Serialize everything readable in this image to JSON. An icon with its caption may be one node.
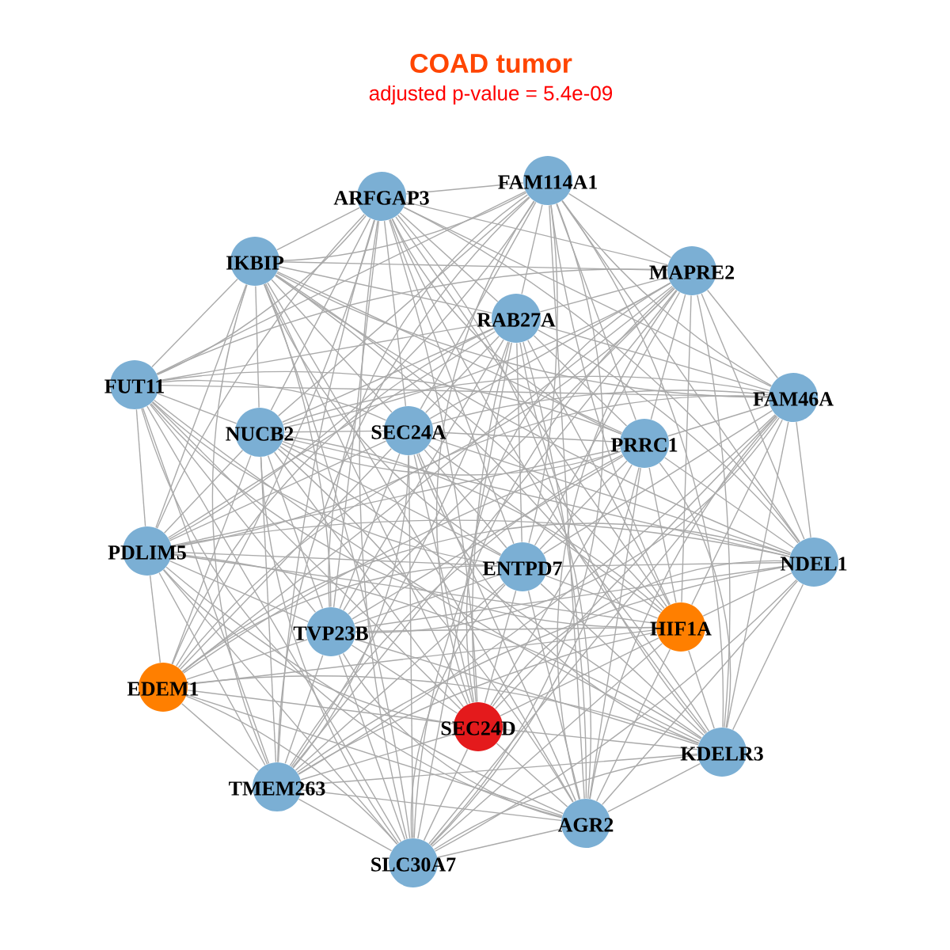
{
  "diagram": {
    "title": "COAD tumor",
    "labels": [
      "adjusted p-value = 5.4e-09"
    ],
    "nodes": [
      {
        "text": [
          "FAM114A1"
        ]
      },
      {
        "text": [
          "ARFGAP3"
        ]
      },
      {
        "text": [
          "IKBIP"
        ]
      },
      {
        "text": [
          "MAPRE2"
        ]
      },
      {
        "text": [
          "RAB27A"
        ]
      },
      {
        "text": [
          "FUT11"
        ]
      },
      {
        "text": [
          "FAM46A"
        ]
      },
      {
        "text": [
          "NUCB2"
        ]
      },
      {
        "text": [
          "SEC24A"
        ]
      },
      {
        "text": [
          "PRRC1"
        ]
      },
      {
        "text": [
          "PDLIM5"
        ]
      },
      {
        "text": [
          "NDEL1"
        ]
      },
      {
        "text": [
          "ENTPD7"
        ]
      },
      {
        "text": [
          "HIF1A"
        ]
      },
      {
        "text": [
          "TVP23B"
        ]
      },
      {
        "text": [
          "EDEM1"
        ]
      },
      {
        "text": [
          "SEC24D"
        ]
      },
      {
        "text": [
          "KDELR3"
        ]
      },
      {
        "text": [
          "TMEM263"
        ]
      },
      {
        "text": [
          "AGR2"
        ]
      },
      {
        "text": [
          "SLC30A7"
        ]
      }
    ],
    "edges": [
      {
        "from": 0,
        "to": 1,
        "arrow": "none"
      },
      {
        "from": 0,
        "to": 2,
        "arrow": "none"
      },
      {
        "from": 0,
        "to": 3,
        "arrow": "none"
      },
      {
        "from": 0,
        "to": 4,
        "arrow": "none"
      },
      {
        "from": 0,
        "to": 5,
        "arrow": "none"
      },
      {
        "from": 0,
        "to": 6,
        "arrow": "none"
      },
      {
        "from": 0,
        "to": 7,
        "arrow": "none"
      },
      {
        "from": 0,
        "to": 8,
        "arrow": "none"
      },
      {
        "from": 0,
        "to": 9,
        "arrow": "none"
      },
      {
        "from": 0,
        "to": 10,
        "arrow": "none"
      },
      {
        "from": 0,
        "to": 11,
        "arrow": "none"
      },
      {
        "from": 0,
        "to": 12,
        "arrow": "none"
      },
      {
        "from": 0,
        "to": 13,
        "arrow": "none"
      },
      {
        "from": 0,
        "to": 14,
        "arrow": "none"
      },
      {
        "from": 0,
        "to": 16,
        "arrow": "none"
      },
      {
        "from": 0,
        "to": 17,
        "arrow": "none"
      },
      {
        "from": 0,
        "to": 18,
        "arrow": "none"
      },
      {
        "from": 0,
        "to": 19,
        "arrow": "none"
      },
      {
        "from": 0,
        "to": 20,
        "arrow": "none"
      },
      {
        "from": 1,
        "to": 2,
        "arrow": "none"
      },
      {
        "from": 1,
        "to": 3,
        "arrow": "none"
      },
      {
        "from": 1,
        "to": 4,
        "arrow": "none"
      },
      {
        "from": 1,
        "to": 5,
        "arrow": "none"
      },
      {
        "from": 1,
        "to": 6,
        "arrow": "none"
      },
      {
        "from": 1,
        "to": 7,
        "arrow": "none"
      },
      {
        "from": 1,
        "to": 8,
        "arrow": "none"
      },
      {
        "from": 1,
        "to": 9,
        "arrow": "none"
      },
      {
        "from": 1,
        "to": 10,
        "arrow": "none"
      },
      {
        "from": 1,
        "to": 11,
        "arrow": "none"
      },
      {
        "from": 1,
        "to": 12,
        "arrow": "none"
      },
      {
        "from": 1,
        "to": 13,
        "arrow": "none"
      },
      {
        "from": 1,
        "to": 14,
        "arrow": "none"
      },
      {
        "from": 1,
        "to": 15,
        "arrow": "none"
      },
      {
        "from": 1,
        "to": 16,
        "arrow": "none"
      },
      {
        "from": 1,
        "to": 17,
        "arrow": "none"
      },
      {
        "from": 1,
        "to": 18,
        "arrow": "none"
      },
      {
        "from": 1,
        "to": 19,
        "arrow": "none"
      },
      {
        "from": 1,
        "to": 20,
        "arrow": "none"
      },
      {
        "from": 2,
        "to": 3,
        "arrow": "none"
      },
      {
        "from": 2,
        "to": 4,
        "arrow": "none"
      },
      {
        "from": 2,
        "to": 5,
        "arrow": "none"
      },
      {
        "from": 2,
        "to": 6,
        "arrow": "none"
      },
      {
        "from": 2,
        "to": 7,
        "arrow": "none"
      },
      {
        "from": 2,
        "to": 8,
        "arrow": "none"
      },
      {
        "from": 2,
        "to": 9,
        "arrow": "none"
      },
      {
        "from": 2,
        "to": 10,
        "arrow": "none"
      },
      {
        "from": 2,
        "to": 11,
        "arrow": "none"
      },
      {
        "from": 2,
        "to": 12,
        "arrow": "none"
      },
      {
        "from": 2,
        "to": 13,
        "arrow": "none"
      },
      {
        "from": 2,
        "to": 14,
        "arrow": "none"
      },
      {
        "from": 2,
        "to": 16,
        "arrow": "none"
      },
      {
        "from": 2,
        "to": 17,
        "arrow": "none"
      },
      {
        "from": 2,
        "to": 18,
        "arrow": "none"
      },
      {
        "from": 2,
        "to": 19,
        "arrow": "none"
      },
      {
        "from": 2,
        "to": 20,
        "arrow": "none"
      },
      {
        "from": 3,
        "to": 4,
        "arrow": "none"
      },
      {
        "from": 3,
        "to": 5,
        "arrow": "none"
      },
      {
        "from": 3,
        "to": 6,
        "arrow": "none"
      },
      {
        "from": 3,
        "to": 7,
        "arrow": "none"
      },
      {
        "from": 3,
        "to": 8,
        "arrow": "none"
      },
      {
        "from": 3,
        "to": 9,
        "arrow": "none"
      },
      {
        "from": 3,
        "to": 10,
        "arrow": "none"
      },
      {
        "from": 3,
        "to": 11,
        "arrow": "none"
      },
      {
        "from": 3,
        "to": 12,
        "arrow": "none"
      },
      {
        "from": 3,
        "to": 13,
        "arrow": "none"
      },
      {
        "from": 3,
        "to": 14,
        "arrow": "none"
      },
      {
        "from": 3,
        "to": 15,
        "arrow": "none"
      },
      {
        "from": 3,
        "to": 16,
        "arrow": "none"
      },
      {
        "from": 3,
        "to": 17,
        "arrow": "none"
      },
      {
        "from": 3,
        "to": 18,
        "arrow": "none"
      },
      {
        "from": 3,
        "to": 19,
        "arrow": "none"
      },
      {
        "from": 3,
        "to": 20,
        "arrow": "none"
      },
      {
        "from": 4,
        "to": 5,
        "arrow": "none"
      },
      {
        "from": 4,
        "to": 6,
        "arrow": "none"
      },
      {
        "from": 4,
        "to": 7,
        "arrow": "none"
      },
      {
        "from": 4,
        "to": 8,
        "arrow": "none"
      },
      {
        "from": 4,
        "to": 9,
        "arrow": "none"
      },
      {
        "from": 4,
        "to": 10,
        "arrow": "none"
      },
      {
        "from": 4,
        "to": 11,
        "arrow": "none"
      },
      {
        "from": 4,
        "to": 12,
        "arrow": "none"
      },
      {
        "from": 4,
        "to": 13,
        "arrow": "none"
      },
      {
        "from": 4,
        "to": 14,
        "arrow": "none"
      },
      {
        "from": 4,
        "to": 15,
        "arrow": "none"
      },
      {
        "from": 4,
        "to": 16,
        "arrow": "none"
      },
      {
        "from": 4,
        "to": 17,
        "arrow": "none"
      },
      {
        "from": 4,
        "to": 18,
        "arrow": "none"
      },
      {
        "from": 4,
        "to": 19,
        "arrow": "none"
      },
      {
        "from": 4,
        "to": 20,
        "arrow": "none"
      },
      {
        "from": 5,
        "to": 6,
        "arrow": "none"
      },
      {
        "from": 5,
        "to": 7,
        "arrow": "none"
      },
      {
        "from": 5,
        "to": 8,
        "arrow": "none"
      },
      {
        "from": 5,
        "to": 9,
        "arrow": "none"
      },
      {
        "from": 5,
        "to": 10,
        "arrow": "none"
      },
      {
        "from": 5,
        "to": 12,
        "arrow": "none"
      },
      {
        "from": 5,
        "to": 13,
        "arrow": "none"
      },
      {
        "from": 5,
        "to": 14,
        "arrow": "none"
      },
      {
        "from": 5,
        "to": 16,
        "arrow": "none"
      },
      {
        "from": 5,
        "to": 17,
        "arrow": "none"
      },
      {
        "from": 5,
        "to": 18,
        "arrow": "none"
      },
      {
        "from": 5,
        "to": 19,
        "arrow": "none"
      },
      {
        "from": 5,
        "to": 20,
        "arrow": "none"
      },
      {
        "from": 6,
        "to": 7,
        "arrow": "none"
      },
      {
        "from": 6,
        "to": 8,
        "arrow": "none"
      },
      {
        "from": 6,
        "to": 9,
        "arrow": "none"
      },
      {
        "from": 6,
        "to": 11,
        "arrow": "none"
      },
      {
        "from": 6,
        "to": 12,
        "arrow": "none"
      },
      {
        "from": 6,
        "to": 13,
        "arrow": "none"
      },
      {
        "from": 6,
        "to": 14,
        "arrow": "none"
      },
      {
        "from": 6,
        "to": 15,
        "arrow": "none"
      },
      {
        "from": 6,
        "to": 16,
        "arrow": "none"
      },
      {
        "from": 6,
        "to": 17,
        "arrow": "none"
      },
      {
        "from": 6,
        "to": 18,
        "arrow": "none"
      },
      {
        "from": 6,
        "to": 19,
        "arrow": "none"
      },
      {
        "from": 6,
        "to": 20,
        "arrow": "none"
      },
      {
        "from": 7,
        "to": 8,
        "arrow": "none"
      },
      {
        "from": 7,
        "to": 9,
        "arrow": "none"
      },
      {
        "from": 7,
        "to": 10,
        "arrow": "none"
      },
      {
        "from": 7,
        "to": 11,
        "arrow": "none"
      },
      {
        "from": 7,
        "to": 12,
        "arrow": "none"
      },
      {
        "from": 7,
        "to": 13,
        "arrow": "none"
      },
      {
        "from": 7,
        "to": 14,
        "arrow": "none"
      },
      {
        "from": 7,
        "to": 15,
        "arrow": "none"
      },
      {
        "from": 7,
        "to": 16,
        "arrow": "none"
      },
      {
        "from": 7,
        "to": 17,
        "arrow": "none"
      },
      {
        "from": 7,
        "to": 18,
        "arrow": "none"
      },
      {
        "from": 7,
        "to": 19,
        "arrow": "none"
      },
      {
        "from": 7,
        "to": 20,
        "arrow": "none"
      },
      {
        "from": 8,
        "to": 9,
        "arrow": "none"
      },
      {
        "from": 8,
        "to": 10,
        "arrow": "none"
      },
      {
        "from": 8,
        "to": 11,
        "arrow": "none"
      },
      {
        "from": 8,
        "to": 12,
        "arrow": "none"
      },
      {
        "from": 8,
        "to": 13,
        "arrow": "none"
      },
      {
        "from": 8,
        "to": 14,
        "arrow": "none"
      },
      {
        "from": 8,
        "to": 15,
        "arrow": "none"
      },
      {
        "from": 8,
        "to": 16,
        "arrow": "none"
      },
      {
        "from": 8,
        "to": 17,
        "arrow": "none"
      },
      {
        "from": 8,
        "to": 18,
        "arrow": "none"
      },
      {
        "from": 8,
        "to": 19,
        "arrow": "none"
      },
      {
        "from": 8,
        "to": 20,
        "arrow": "none"
      },
      {
        "from": 9,
        "to": 10,
        "arrow": "none"
      },
      {
        "from": 9,
        "to": 11,
        "arrow": "none"
      },
      {
        "from": 9,
        "to": 12,
        "arrow": "none"
      },
      {
        "from": 9,
        "to": 13,
        "arrow": "none"
      },
      {
        "from": 9,
        "to": 14,
        "arrow": "none"
      },
      {
        "from": 9,
        "to": 15,
        "arrow": "none"
      },
      {
        "from": 9,
        "to": 16,
        "arrow": "none"
      },
      {
        "from": 9,
        "to": 17,
        "arrow": "none"
      },
      {
        "from": 9,
        "to": 18,
        "arrow": "none"
      },
      {
        "from": 9,
        "to": 19,
        "arrow": "none"
      },
      {
        "from": 9,
        "to": 20,
        "arrow": "none"
      },
      {
        "from": 10,
        "to": 11,
        "arrow": "none"
      },
      {
        "from": 10,
        "to": 12,
        "arrow": "none"
      },
      {
        "from": 10,
        "to": 13,
        "arrow": "none"
      },
      {
        "from": 10,
        "to": 14,
        "arrow": "none"
      },
      {
        "from": 10,
        "to": 15,
        "arrow": "none"
      },
      {
        "from": 10,
        "to": 16,
        "arrow": "none"
      },
      {
        "from": 10,
        "to": 17,
        "arrow": "none"
      },
      {
        "from": 10,
        "to": 18,
        "arrow": "none"
      },
      {
        "from": 10,
        "to": 19,
        "arrow": "none"
      },
      {
        "from": 10,
        "to": 20,
        "arrow": "none"
      },
      {
        "from": 11,
        "to": 12,
        "arrow": "none"
      },
      {
        "from": 11,
        "to": 13,
        "arrow": "none"
      },
      {
        "from": 11,
        "to": 14,
        "arrow": "none"
      },
      {
        "from": 11,
        "to": 15,
        "arrow": "none"
      },
      {
        "from": 11,
        "to": 16,
        "arrow": "none"
      },
      {
        "from": 11,
        "to": 17,
        "arrow": "none"
      },
      {
        "from": 11,
        "to": 18,
        "arrow": "none"
      },
      {
        "from": 11,
        "to": 19,
        "arrow": "none"
      },
      {
        "from": 11,
        "to": 20,
        "arrow": "none"
      },
      {
        "from": 12,
        "to": 13,
        "arrow": "none"
      },
      {
        "from": 12,
        "to": 14,
        "arrow": "none"
      },
      {
        "from": 12,
        "to": 15,
        "arrow": "none"
      },
      {
        "from": 12,
        "to": 16,
        "arrow": "none"
      },
      {
        "from": 12,
        "to": 17,
        "arrow": "none"
      },
      {
        "from": 12,
        "to": 18,
        "arrow": "none"
      },
      {
        "from": 12,
        "to": 19,
        "arrow": "none"
      },
      {
        "from": 12,
        "to": 20,
        "arrow": "none"
      },
      {
        "from": 13,
        "to": 14,
        "arrow": "none"
      },
      {
        "from": 13,
        "to": 15,
        "arrow": "none"
      },
      {
        "from": 13,
        "to": 16,
        "arrow": "none"
      },
      {
        "from": 13,
        "to": 17,
        "arrow": "none"
      },
      {
        "from": 13,
        "to": 18,
        "arrow": "none"
      },
      {
        "from": 13,
        "to": 19,
        "arrow": "none"
      },
      {
        "from": 13,
        "to": 20,
        "arrow": "none"
      },
      {
        "from": 14,
        "to": 15,
        "arrow": "none"
      },
      {
        "from": 14,
        "to": 16,
        "arrow": "none"
      },
      {
        "from": 14,
        "to": 17,
        "arrow": "none"
      },
      {
        "from": 14,
        "to": 18,
        "arrow": "none"
      },
      {
        "from": 14,
        "to": 19,
        "arrow": "none"
      },
      {
        "from": 14,
        "to": 20,
        "arrow": "none"
      },
      {
        "from": 15,
        "to": 16,
        "arrow": "none"
      },
      {
        "from": 15,
        "to": 17,
        "arrow": "none"
      },
      {
        "from": 15,
        "to": 18,
        "arrow": "none"
      },
      {
        "from": 15,
        "to": 19,
        "arrow": "none"
      },
      {
        "from": 15,
        "to": 20,
        "arrow": "none"
      },
      {
        "from": 16,
        "to": 17,
        "arrow": "none"
      },
      {
        "from": 16,
        "to": 18,
        "arrow": "none"
      },
      {
        "from": 16,
        "to": 19,
        "arrow": "none"
      },
      {
        "from": 16,
        "to": 20,
        "arrow": "none"
      },
      {
        "from": 17,
        "to": 18,
        "arrow": "none"
      },
      {
        "from": 17,
        "to": 19,
        "arrow": "none"
      },
      {
        "from": 17,
        "to": 20,
        "arrow": "none"
      },
      {
        "from": 18,
        "to": 19,
        "arrow": "none"
      },
      {
        "from": 18,
        "to": 20,
        "arrow": "none"
      },
      {
        "from": 19,
        "to": 20,
        "arrow": "none"
      }
    ]
  }
}
